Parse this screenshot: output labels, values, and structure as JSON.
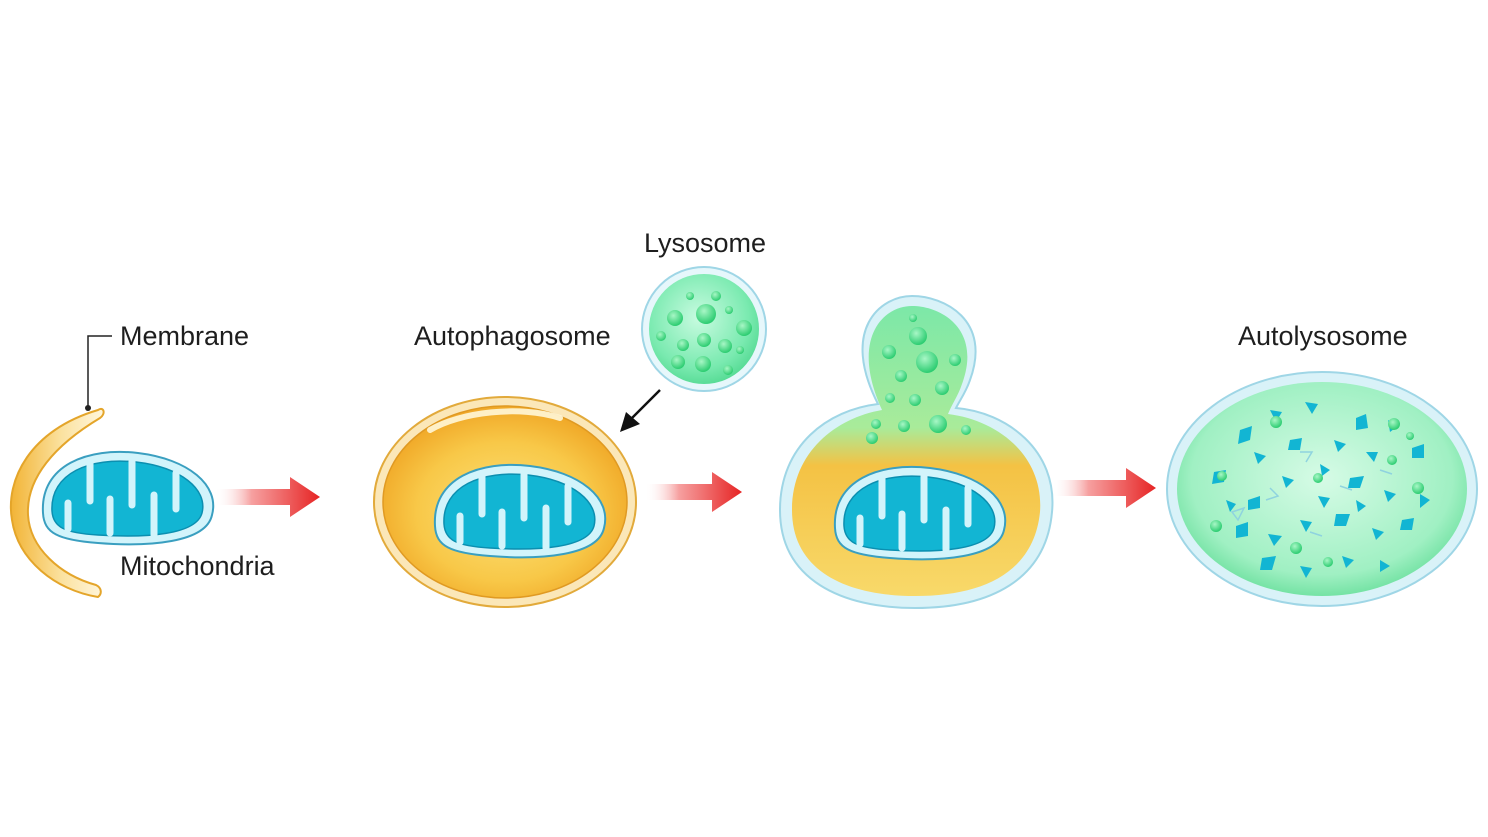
{
  "labels": {
    "membrane": "Membrane",
    "mitochondria": "Mitochondria",
    "autophagosome": "Autophagosome",
    "lysosome": "Lysosome",
    "autolysosome": "Autolysosome"
  },
  "colors": {
    "membrane_yellow": "#f2b233",
    "mitochondria_blue": "#12b5d3",
    "lysosome_green": "#5ee39a",
    "outer_blue_border": "#a9dbe9",
    "arrow_red": "#ec2b2b"
  }
}
